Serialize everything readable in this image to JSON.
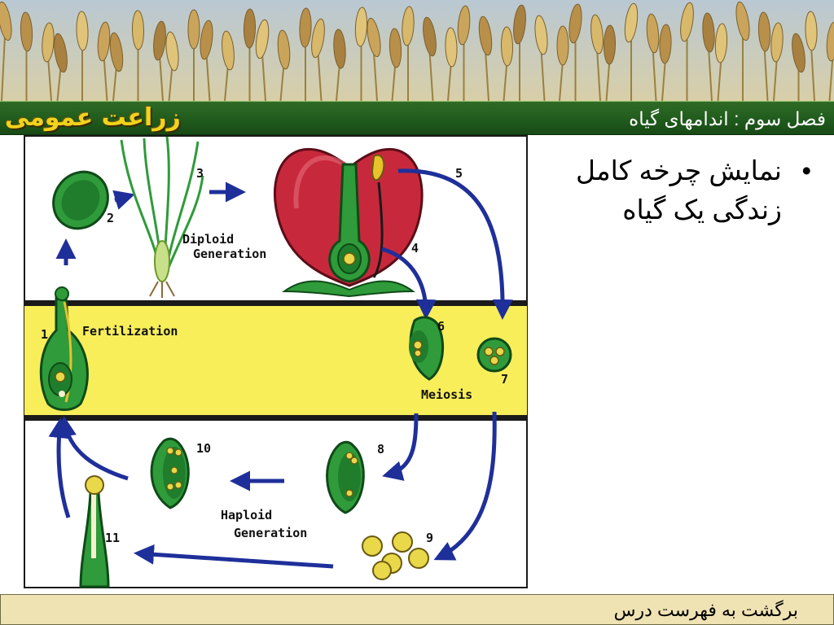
{
  "header": {
    "brand": "زراعت عمومی",
    "chapter": "فصل سوم : اندامهای گیاه"
  },
  "content": {
    "bullet_line1": "نمایش چرخه کامل",
    "bullet_line2": "زندگی یک گیاه"
  },
  "diagram": {
    "labels": {
      "diploid_1": "Diploid",
      "diploid_2": "Generation",
      "fertilization": "Fertilization",
      "meiosis": "Meiosis",
      "haploid_1": "Haploid",
      "haploid_2": "Generation"
    },
    "numbers": [
      "1",
      "2",
      "3",
      "4",
      "5",
      "6",
      "7",
      "8",
      "9",
      "10",
      "11"
    ]
  },
  "footer": {
    "link": "برگشت به فهرست درس"
  },
  "colors": {
    "title_bar": "#1f5a1c",
    "brand_text": "#f2d21b",
    "fertilization_band": "#f7ee5a",
    "arrow": "#1f2f9a",
    "plant_green": "#2f9b3a",
    "petal_red": "#c8283c",
    "footer_bg": "#efe2b3"
  }
}
